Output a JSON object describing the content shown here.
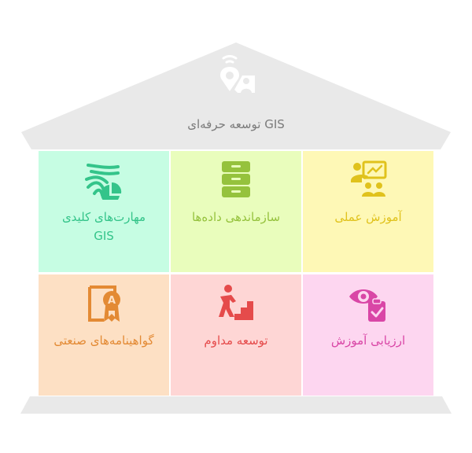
{
  "diagram": {
    "title": "GIS توسعه حرفه‌ای",
    "top_icon": "location-pin-wifi-icon",
    "colors": {
      "roof": "#e9e9e9",
      "title_text": "#7b7b7b",
      "top_icon": "#ffffff"
    },
    "pillars": [
      {
        "label_line1": "مهارت‌های کلیدی",
        "label_line2": "GIS",
        "icon": "wind-chart-icon",
        "bg": "#c6fde3",
        "fg": "#34c48a"
      },
      {
        "label_line1": "سازماندهی داده‌ها",
        "label_line2": "",
        "icon": "file-cabinet-icon",
        "bg": "#e9fdbc",
        "fg": "#95c23d"
      },
      {
        "label_line1": "آموزش عملی",
        "label_line2": "",
        "icon": "teacher-board-icon",
        "bg": "#fef8b6",
        "fg": "#e0c21c"
      },
      {
        "label_line1": "گواهینامه‌های صنعتی",
        "label_line2": "",
        "icon": "certificate-badge-icon",
        "bg": "#fde0c4",
        "fg": "#e38a34"
      },
      {
        "label_line1": "توسعه مداوم",
        "label_line2": "",
        "icon": "climbing-stairs-icon",
        "bg": "#fed6d5",
        "fg": "#e54b4b"
      },
      {
        "label_line1": "ارزیابی آموزش",
        "label_line2": "",
        "icon": "eye-clipboard-icon",
        "bg": "#fdd6f0",
        "fg": "#d946a6"
      }
    ]
  }
}
